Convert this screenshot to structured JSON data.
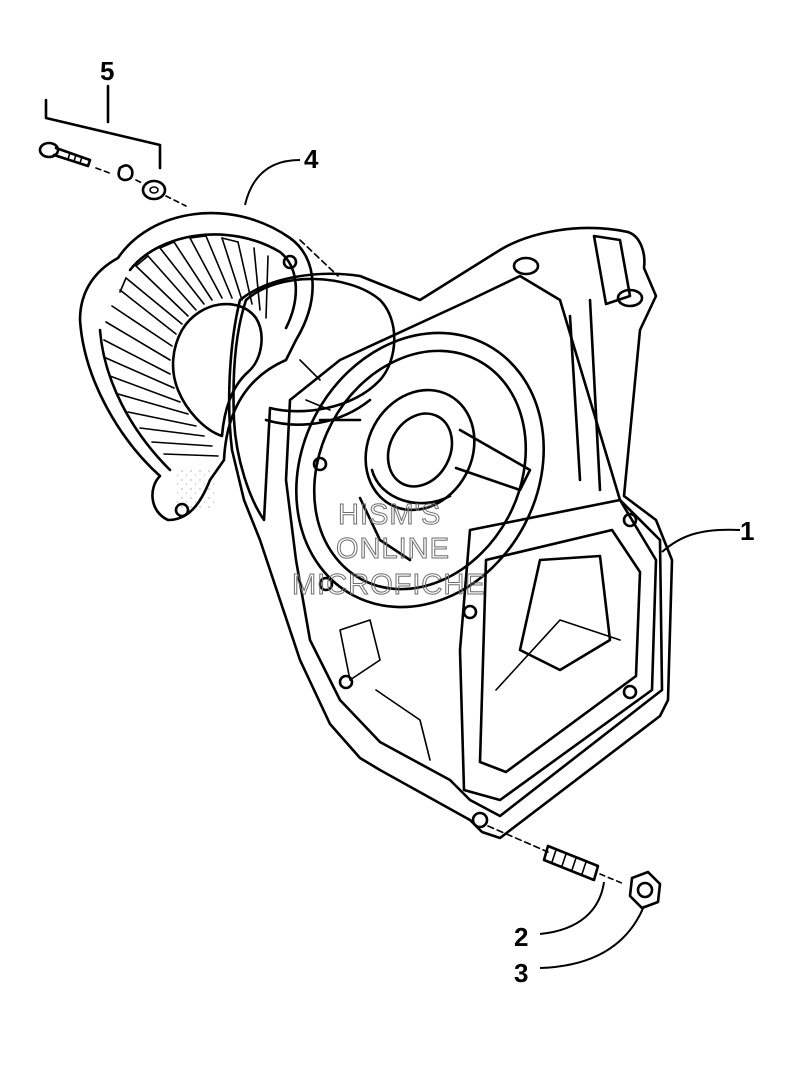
{
  "callouts": {
    "c1": "1",
    "c2": "2",
    "c3": "3",
    "c4": "4",
    "c5": "5"
  },
  "watermark": {
    "line1": "HISM'S",
    "line2": "ONLINE",
    "line3": "MICROFICHE"
  },
  "colors": {
    "ink": "#000000",
    "paper": "#ffffff",
    "watermark": "#6d6d6d"
  }
}
